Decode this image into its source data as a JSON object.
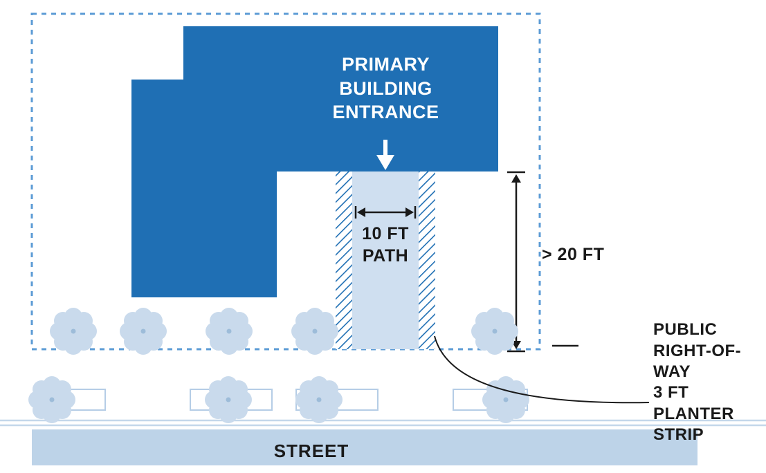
{
  "diagram": {
    "building_label": "PRIMARY\nBUILDING\nENTRANCE",
    "path_label": "10 FT\nPATH",
    "setback_label": "> 20 FT",
    "right_of_way_label": "PUBLIC\nRIGHT-OF-WAY",
    "planter_label": "3 FT\nPLANTER\nSTRIP",
    "street_label": "STREET"
  },
  "colors": {
    "building_blue": "#1f6fb4",
    "path_light_blue": "#cfdff0",
    "street_light_blue": "#bdd3e8",
    "boundary_dashed_blue": "#5b9bd5",
    "tree_pale_blue": "#c9daec",
    "text_black": "#1a1a1a",
    "entrance_text_white": "#ffffff"
  }
}
